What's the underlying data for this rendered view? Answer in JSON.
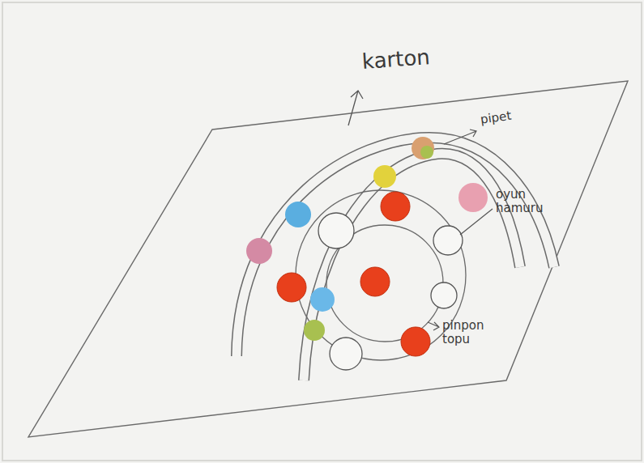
{
  "diagram": {
    "labels": [
      "karton",
      "pipet",
      "oyun hamuru",
      "pinpon topu"
    ]
  }
}
